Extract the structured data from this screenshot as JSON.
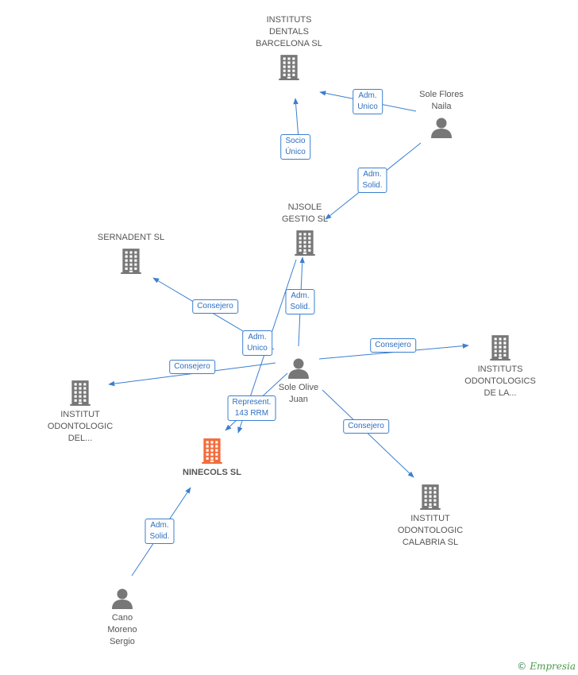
{
  "nodes": [
    {
      "id": "instituts-dentals",
      "label": "INSTITUTS\nDENTALS\nBARCELONA SL",
      "type": "company"
    },
    {
      "id": "sole-flores",
      "label": "Sole Flores\nNaila",
      "type": "person"
    },
    {
      "id": "njsole",
      "label": "NJSOLE\nGESTIO SL",
      "type": "company"
    },
    {
      "id": "sernadent",
      "label": "SERNADENT SL",
      "type": "company"
    },
    {
      "id": "sole-olive",
      "label": "Sole Olive\nJuan",
      "type": "person"
    },
    {
      "id": "instituts-odontologics",
      "label": "INSTITUTS\nODONTOLOGICS\nDE LA...",
      "type": "company"
    },
    {
      "id": "institut-odontologic-del",
      "label": "INSTITUT\nODONTOLOGIC\nDEL...",
      "type": "company"
    },
    {
      "id": "ninecols",
      "label": "NINECOLS SL",
      "type": "company-main"
    },
    {
      "id": "institut-calabria",
      "label": "INSTITUT\nODONTOLOGIC\nCALABRIA SL",
      "type": "company"
    },
    {
      "id": "cano-moreno",
      "label": "Cano\nMoreno\nSergio",
      "type": "person"
    }
  ],
  "edges": [
    {
      "from": "njsole",
      "to": "instituts-dentals",
      "label": "Socio\nÚnico"
    },
    {
      "from": "sole-flores",
      "to": "instituts-dentals",
      "label": "Adm.\nUnico"
    },
    {
      "from": "sole-flores",
      "to": "njsole",
      "label": "Adm.\nSolid."
    },
    {
      "from": "sole-olive",
      "to": "njsole",
      "label": "Adm.\nSolid."
    },
    {
      "from": "sole-olive",
      "to": "sernadent",
      "label": "Consejero"
    },
    {
      "from": "njsole",
      "to": "ninecols",
      "label": "Adm.\nUnico"
    },
    {
      "from": "sole-olive",
      "to": "institut-odontologic-del",
      "label": "Consejero"
    },
    {
      "from": "sole-olive",
      "to": "instituts-odontologics",
      "label": "Consejero"
    },
    {
      "from": "sole-olive",
      "to": "ninecols",
      "label": "Represent.\n143 RRM"
    },
    {
      "from": "sole-olive",
      "to": "institut-calabria",
      "label": "Consejero"
    },
    {
      "from": "cano-moreno",
      "to": "ninecols",
      "label": "Adm.\nSolid."
    }
  ],
  "colors": {
    "edge": "#3a7fd0",
    "node_icon": "#777777",
    "main_icon": "#f26b3a",
    "badge_text": "#2f6fbf"
  },
  "footer": {
    "copyright_symbol": "©",
    "brand": "Empresia"
  }
}
